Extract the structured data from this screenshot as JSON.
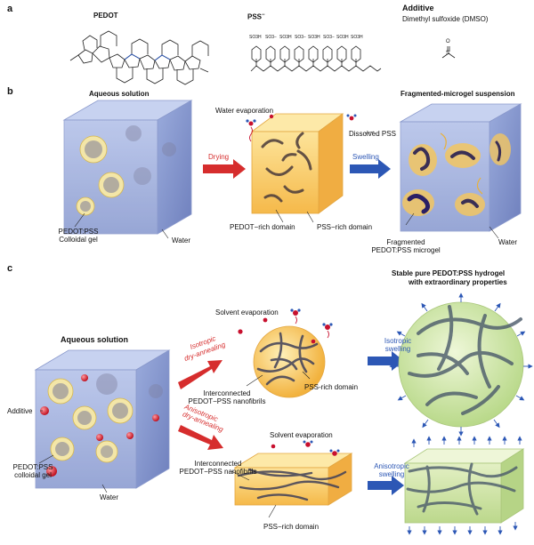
{
  "panel_a": {
    "letter": "a",
    "pedot_title": "PEDOT",
    "pss_title": "PSS",
    "pss_superscript": "−",
    "pss_groups": [
      "SO3H",
      "SO3−",
      "SO3H",
      "SO3−",
      "SO3H",
      "SO3−",
      "SO3H",
      "SO3H"
    ],
    "additive_title": "Additive",
    "additive_name": "Dimethyl sulfoxide (DMSO)",
    "dmso_atoms": {
      "oxygen": "O",
      "sulfur": "S"
    }
  },
  "panel_b": {
    "letter": "b",
    "title_left": "Aqueous solution",
    "title_right": "Fragmented-microgel suspension",
    "water_evaporation": "Water evaporation",
    "drying": "Drying",
    "swelling": "Swelling",
    "dissolved_pss": "Dissolved PSS",
    "colloidal_gel_1": "PEDOT:PSS",
    "colloidal_gel_2": "Colloidal gel",
    "water_left": "Water",
    "pedot_rich": "PEDOT−rich domain",
    "pss_rich": "PSS−rich domain",
    "fragmented_1": "Fragmented",
    "fragmented_2": "PEDOT:PSS microgel",
    "water_right": "Water"
  },
  "panel_c": {
    "letter": "c",
    "title_left": "Aqueous solution",
    "title_right_1": "Stable pure PEDOT:PSS hydrogel",
    "title_right_2": "with extraordinary properties",
    "solvent_evap_top": "Solvent evaporation",
    "solvent_evap_bottom": "Solvent evaporation",
    "iso_anneal_1": "Isotropic",
    "iso_anneal_2": "dry-annealing",
    "aniso_anneal_1": "Anisotropic",
    "aniso_anneal_2": "dry-annealing",
    "iso_swell_1": "Isotropic",
    "iso_swell_2": "swelling",
    "aniso_swell_1": "Anisotropic",
    "aniso_swell_2": "swelling",
    "interconnected_top_1": "Interconnected",
    "interconnected_top_2": "PEDOT−PSS nanofibrils",
    "interconnected_bottom_1": "Interconnected",
    "interconnected_bottom_2": "PEDOT−PSS nanofibrils",
    "pss_rich_top": "PSS-rich domain",
    "pss_rich_bottom": "PSS−rich domain",
    "additive": "Additive",
    "colloidal_1": "PEDOT:PSS",
    "colloidal_2": "colloidal gel",
    "water": "Water"
  },
  "colors": {
    "cube_blue": "#a9b8e0",
    "cube_blue_dark": "#8797c8",
    "gel_yellow": "#f5c760",
    "gel_orange": "#f2a83a",
    "hydrogel_green": "#cfe6a8",
    "fiber_dark": "#3d3d5c",
    "arrow_red": "#d62d2d",
    "arrow_blue": "#2c57b5",
    "dmso_red": "#c8102e"
  }
}
